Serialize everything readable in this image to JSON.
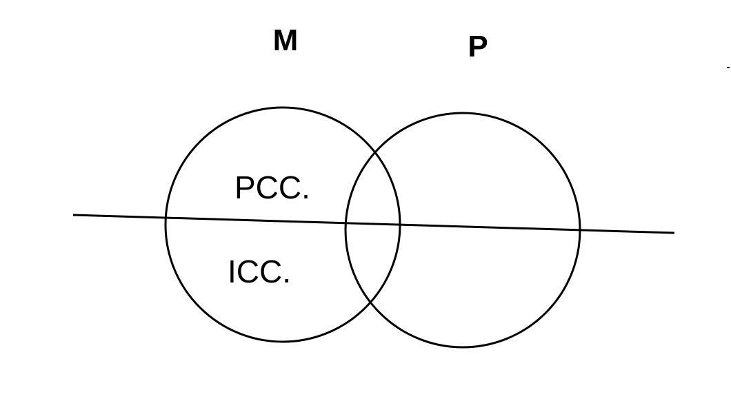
{
  "diagram": {
    "set_labels": {
      "left": "M",
      "right": "P"
    },
    "region_labels": {
      "upper_left": "PCC.",
      "lower_left": "ICC."
    },
    "colors": {
      "stroke": "#000000",
      "background": "#ffffff"
    }
  }
}
